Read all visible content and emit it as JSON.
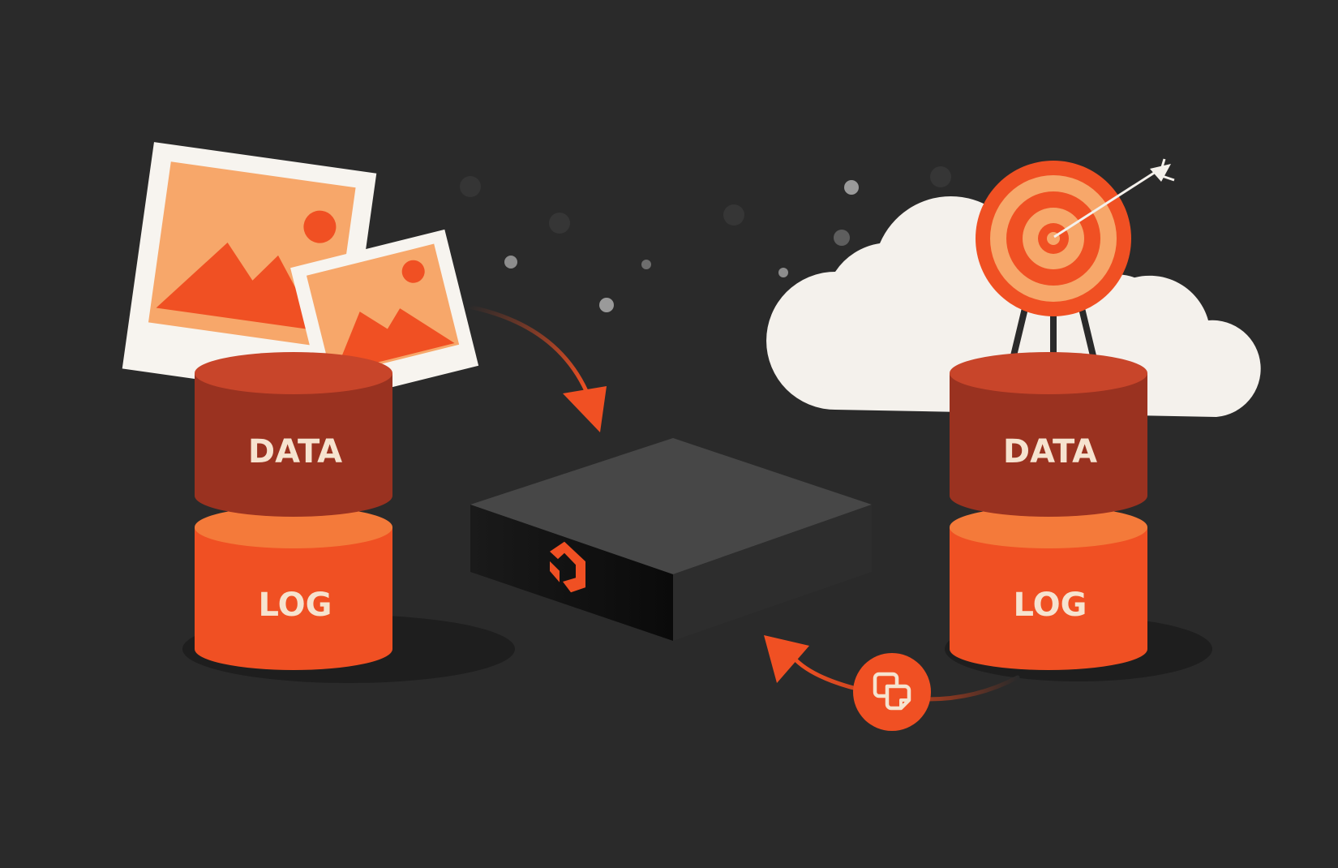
{
  "colors": {
    "background": "#2a2a2a",
    "data_segment": "#9a3220",
    "data_top": "#c8452a",
    "log_segment": "#f05023",
    "log_top": "#f47a3a",
    "label_text": "#f6e3cf",
    "photo_orange": "#f7a76a",
    "accent_orange": "#f05023",
    "cloud": "#f4f1ec"
  },
  "left_stack": {
    "data_label": "DATA",
    "log_label": "LOG",
    "icon": "photo-icon"
  },
  "right_stack": {
    "data_label": "DATA",
    "log_label": "LOG",
    "icon": "target-icon"
  },
  "center_device": {
    "icon": "pure-storage-logo-icon"
  },
  "flows": [
    {
      "from": "left_stack",
      "to": "center_device",
      "icon": "arrow-icon"
    },
    {
      "from": "right_stack",
      "to": "center_device",
      "icon": "copy-icon"
    }
  ]
}
